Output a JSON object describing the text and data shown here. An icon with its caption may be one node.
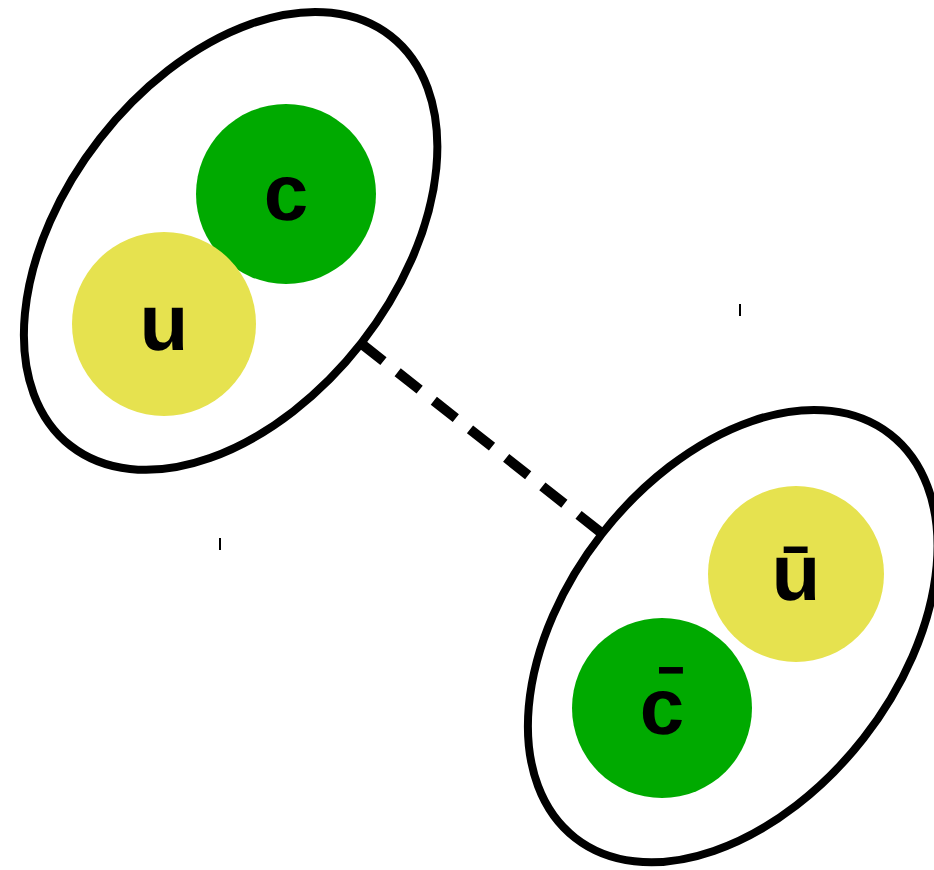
{
  "diagram": {
    "nodes": [
      {
        "text": [],
        "shape": "ellipse"
      },
      {
        "text": [
          "c"
        ],
        "in": 0
      },
      {
        "text": [
          "u"
        ],
        "in": 0
      },
      {
        "text": [],
        "shape": "ellipse"
      },
      {
        "text": [
          "ū"
        ],
        "in": 3
      },
      {
        "text": [
          "c̄"
        ],
        "in": 3
      }
    ],
    "edges": [
      {
        "from": 0,
        "to": 3,
        "arrow": "none",
        "style": "dashed"
      }
    ]
  }
}
